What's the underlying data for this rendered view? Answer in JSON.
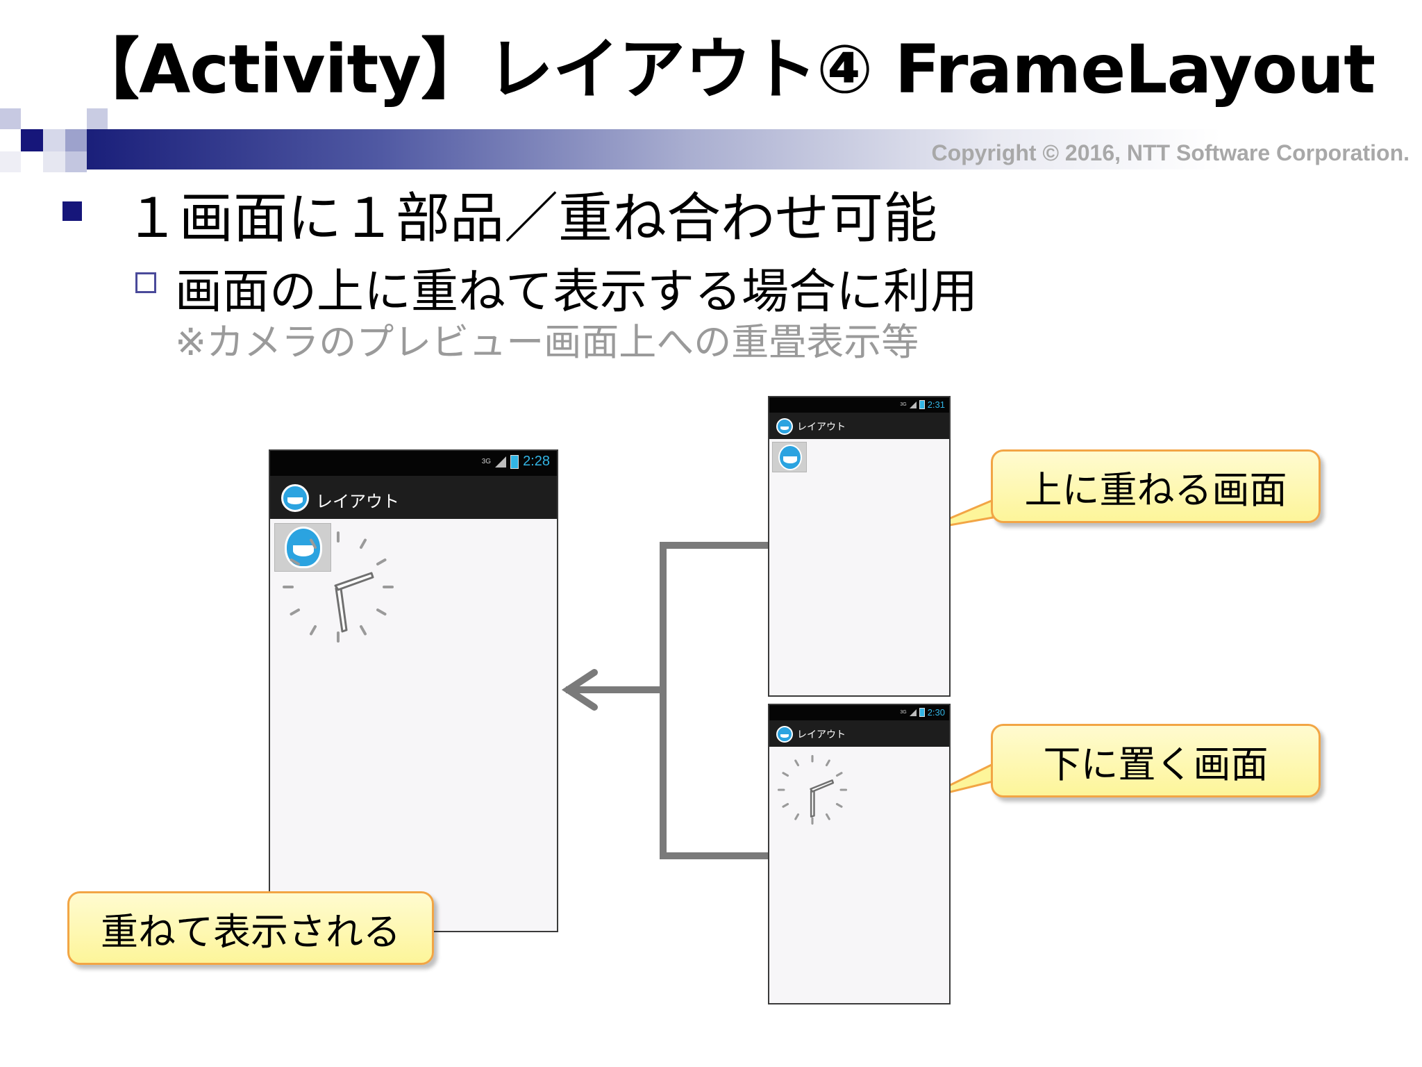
{
  "slide": {
    "title": "【Activity】レイアウト④ FrameLayout",
    "copyright": "Copyright © 2016, NTT Software Corporation.",
    "bullet1": "１画面に１部品／重ね合わせ可能",
    "bullet2": "画面の上に重ねて表示する場合に利用",
    "note": "※カメラのプレビュー画面上への重畳表示等"
  },
  "phones": {
    "main": {
      "network": "3G",
      "time": "2:28",
      "app_title": "レイアウト"
    },
    "top": {
      "network": "3G",
      "time": "2:31",
      "app_title": "レイアウト"
    },
    "bottom": {
      "network": "3G",
      "time": "2:30",
      "app_title": "レイアウト"
    }
  },
  "callouts": {
    "overlaid": "重ねて表示される",
    "upper_screen": "上に重ねる画面",
    "lower_screen": "下に置く画面"
  },
  "colors": {
    "accent": "#16167a",
    "callout_border": "#f2a545",
    "callout_fill": "#fdf59a",
    "status_text": "#33b5e5",
    "arrow": "#7a7a7a"
  }
}
